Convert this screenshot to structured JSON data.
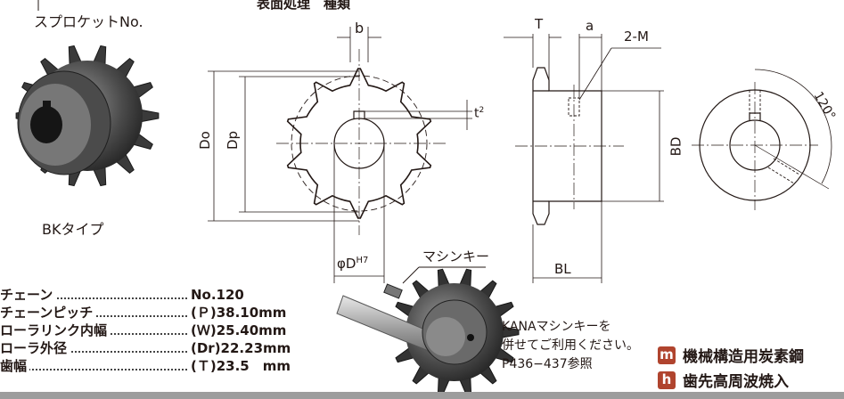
{
  "top_labels": {
    "sprocket_no": "スプロケットNo.",
    "surface_type": "表面処理　種類"
  },
  "photo_caption": "BKタイプ",
  "front_view": {
    "b": "b",
    "t2": "t",
    "t2_sup": "2",
    "Do": "Do",
    "Dp": "Dp",
    "bore": "φD",
    "bore_sup": "H7"
  },
  "side_view": {
    "T": "T",
    "a": "a",
    "tap": "2-M",
    "BD": "BD",
    "BL": "BL"
  },
  "end_view": {
    "angle": "120°"
  },
  "machine_key": "マシンキー",
  "specs": [
    {
      "label": "チェーン",
      "value": "No.120"
    },
    {
      "label": "チェーンピッチ",
      "value": "(Ｐ)38.10mm"
    },
    {
      "label": "ローラリンク内幅",
      "value": "(Ｗ)25.40mm"
    },
    {
      "label": "ローラ外径",
      "value": "(Dr)22.23mm"
    },
    {
      "label": "歯幅",
      "value": "(Ｔ)23.5　mm"
    }
  ],
  "note_lines": [
    "KANAマシンキーを",
    "併せてご利用ください。",
    "P436−437参照"
  ],
  "materials": [
    {
      "badge": "m",
      "text": "機械構造用炭素鋼",
      "color": "#b0442e"
    },
    {
      "badge": "h",
      "text": "歯先高周波焼入",
      "color": "#b0442e"
    }
  ]
}
